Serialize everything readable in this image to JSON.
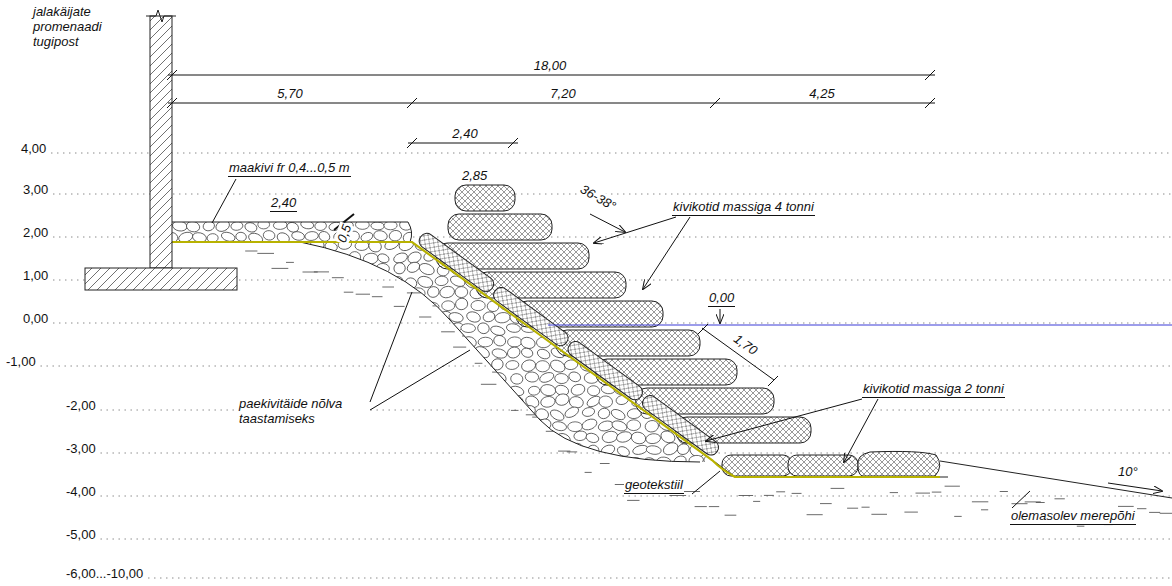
{
  "diagram": {
    "labels": [
      "jalakäijate promenaadi tugipost",
      "18,00",
      "5,70",
      "7,20",
      "4,25",
      "2,40",
      "maakivi fr 0,4...0,5 m",
      "2,85",
      "2,40",
      "0,5",
      "36-38°",
      "kivikotid massiga 4 tonni",
      "0,00",
      "1,70",
      "paekivitäide nõlva taastamiseks",
      "kivikotid massiga 2 tonni",
      "geotekstiil",
      "10°",
      "olemasolev merepõhi",
      "4,00",
      "3,00",
      "2,00",
      "1,00",
      "0,00",
      "-1,00",
      "-2,00",
      "-3,00",
      "-4,00",
      "-5,00",
      "-6,00...-10,00"
    ]
  }
}
